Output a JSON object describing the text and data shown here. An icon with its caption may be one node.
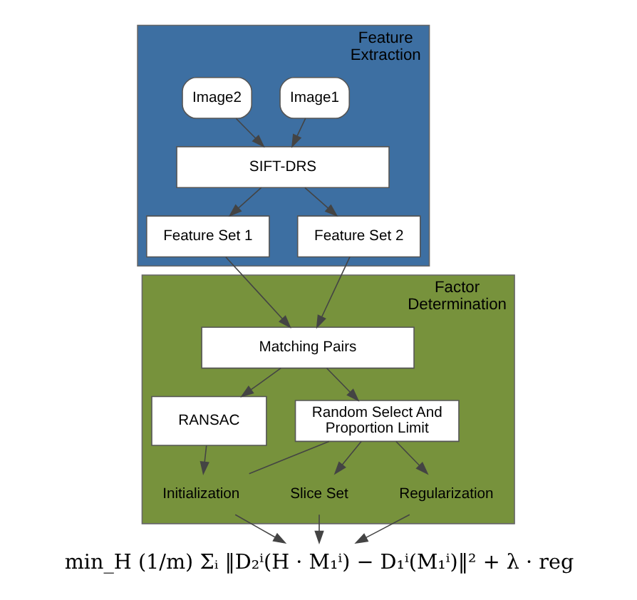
{
  "diagram": {
    "nodes": [
      {
        "text": [
          "Feature Extraction"
        ]
      },
      {
        "text": [
          "Image1"
        ],
        "in": 0
      },
      {
        "text": [
          "Image2"
        ],
        "in": 0
      },
      {
        "text": [
          "SIFT-DRS"
        ],
        "in": 0
      },
      {
        "text": [
          "Feature Set 1"
        ],
        "in": 0
      },
      {
        "text": [
          "Feature Set 2"
        ],
        "in": 0
      },
      {
        "text": [
          "Factor Determination"
        ]
      },
      {
        "text": [
          "Matching Pairs"
        ],
        "in": 6
      },
      {
        "text": [
          "RANSAC"
        ],
        "in": 6
      },
      {
        "text": [
          "Random Select And Proportion Limit"
        ],
        "in": 6
      },
      {
        "text": [
          "Initialization"
        ],
        "in": 6
      },
      {
        "text": [
          "Slice Set"
        ],
        "in": 6
      },
      {
        "text": [
          "Regularization"
        ],
        "in": 6
      },
      {
        "text": [
          "min_H (1/m) Σᵢ ‖D₂ⁱ(H · M₁ⁱ) − D₁ⁱ(M₁ⁱ)‖² + λ · reg"
        ]
      }
    ],
    "edges": [
      {
        "from": 1,
        "to": 3,
        "arrow": "to"
      },
      {
        "from": 2,
        "to": 3,
        "arrow": "to"
      },
      {
        "from": 3,
        "to": 4,
        "arrow": "to"
      },
      {
        "from": 3,
        "to": 5,
        "arrow": "to"
      },
      {
        "from": 4,
        "to": 7,
        "arrow": "to"
      },
      {
        "from": 5,
        "to": 7,
        "arrow": "to"
      },
      {
        "from": 7,
        "to": 8,
        "arrow": "to"
      },
      {
        "from": 7,
        "to": 9,
        "arrow": "to"
      },
      {
        "from": 8,
        "to": 10,
        "arrow": "to"
      },
      {
        "from": 9,
        "to": 10,
        "arrow": "none"
      },
      {
        "from": 9,
        "to": 11,
        "arrow": "to"
      },
      {
        "from": 9,
        "to": 12,
        "arrow": "to"
      },
      {
        "from": 10,
        "to": 13,
        "arrow": "to"
      },
      {
        "from": 11,
        "to": 13,
        "arrow": "to"
      },
      {
        "from": 12,
        "to": 13,
        "arrow": "to"
      }
    ]
  }
}
